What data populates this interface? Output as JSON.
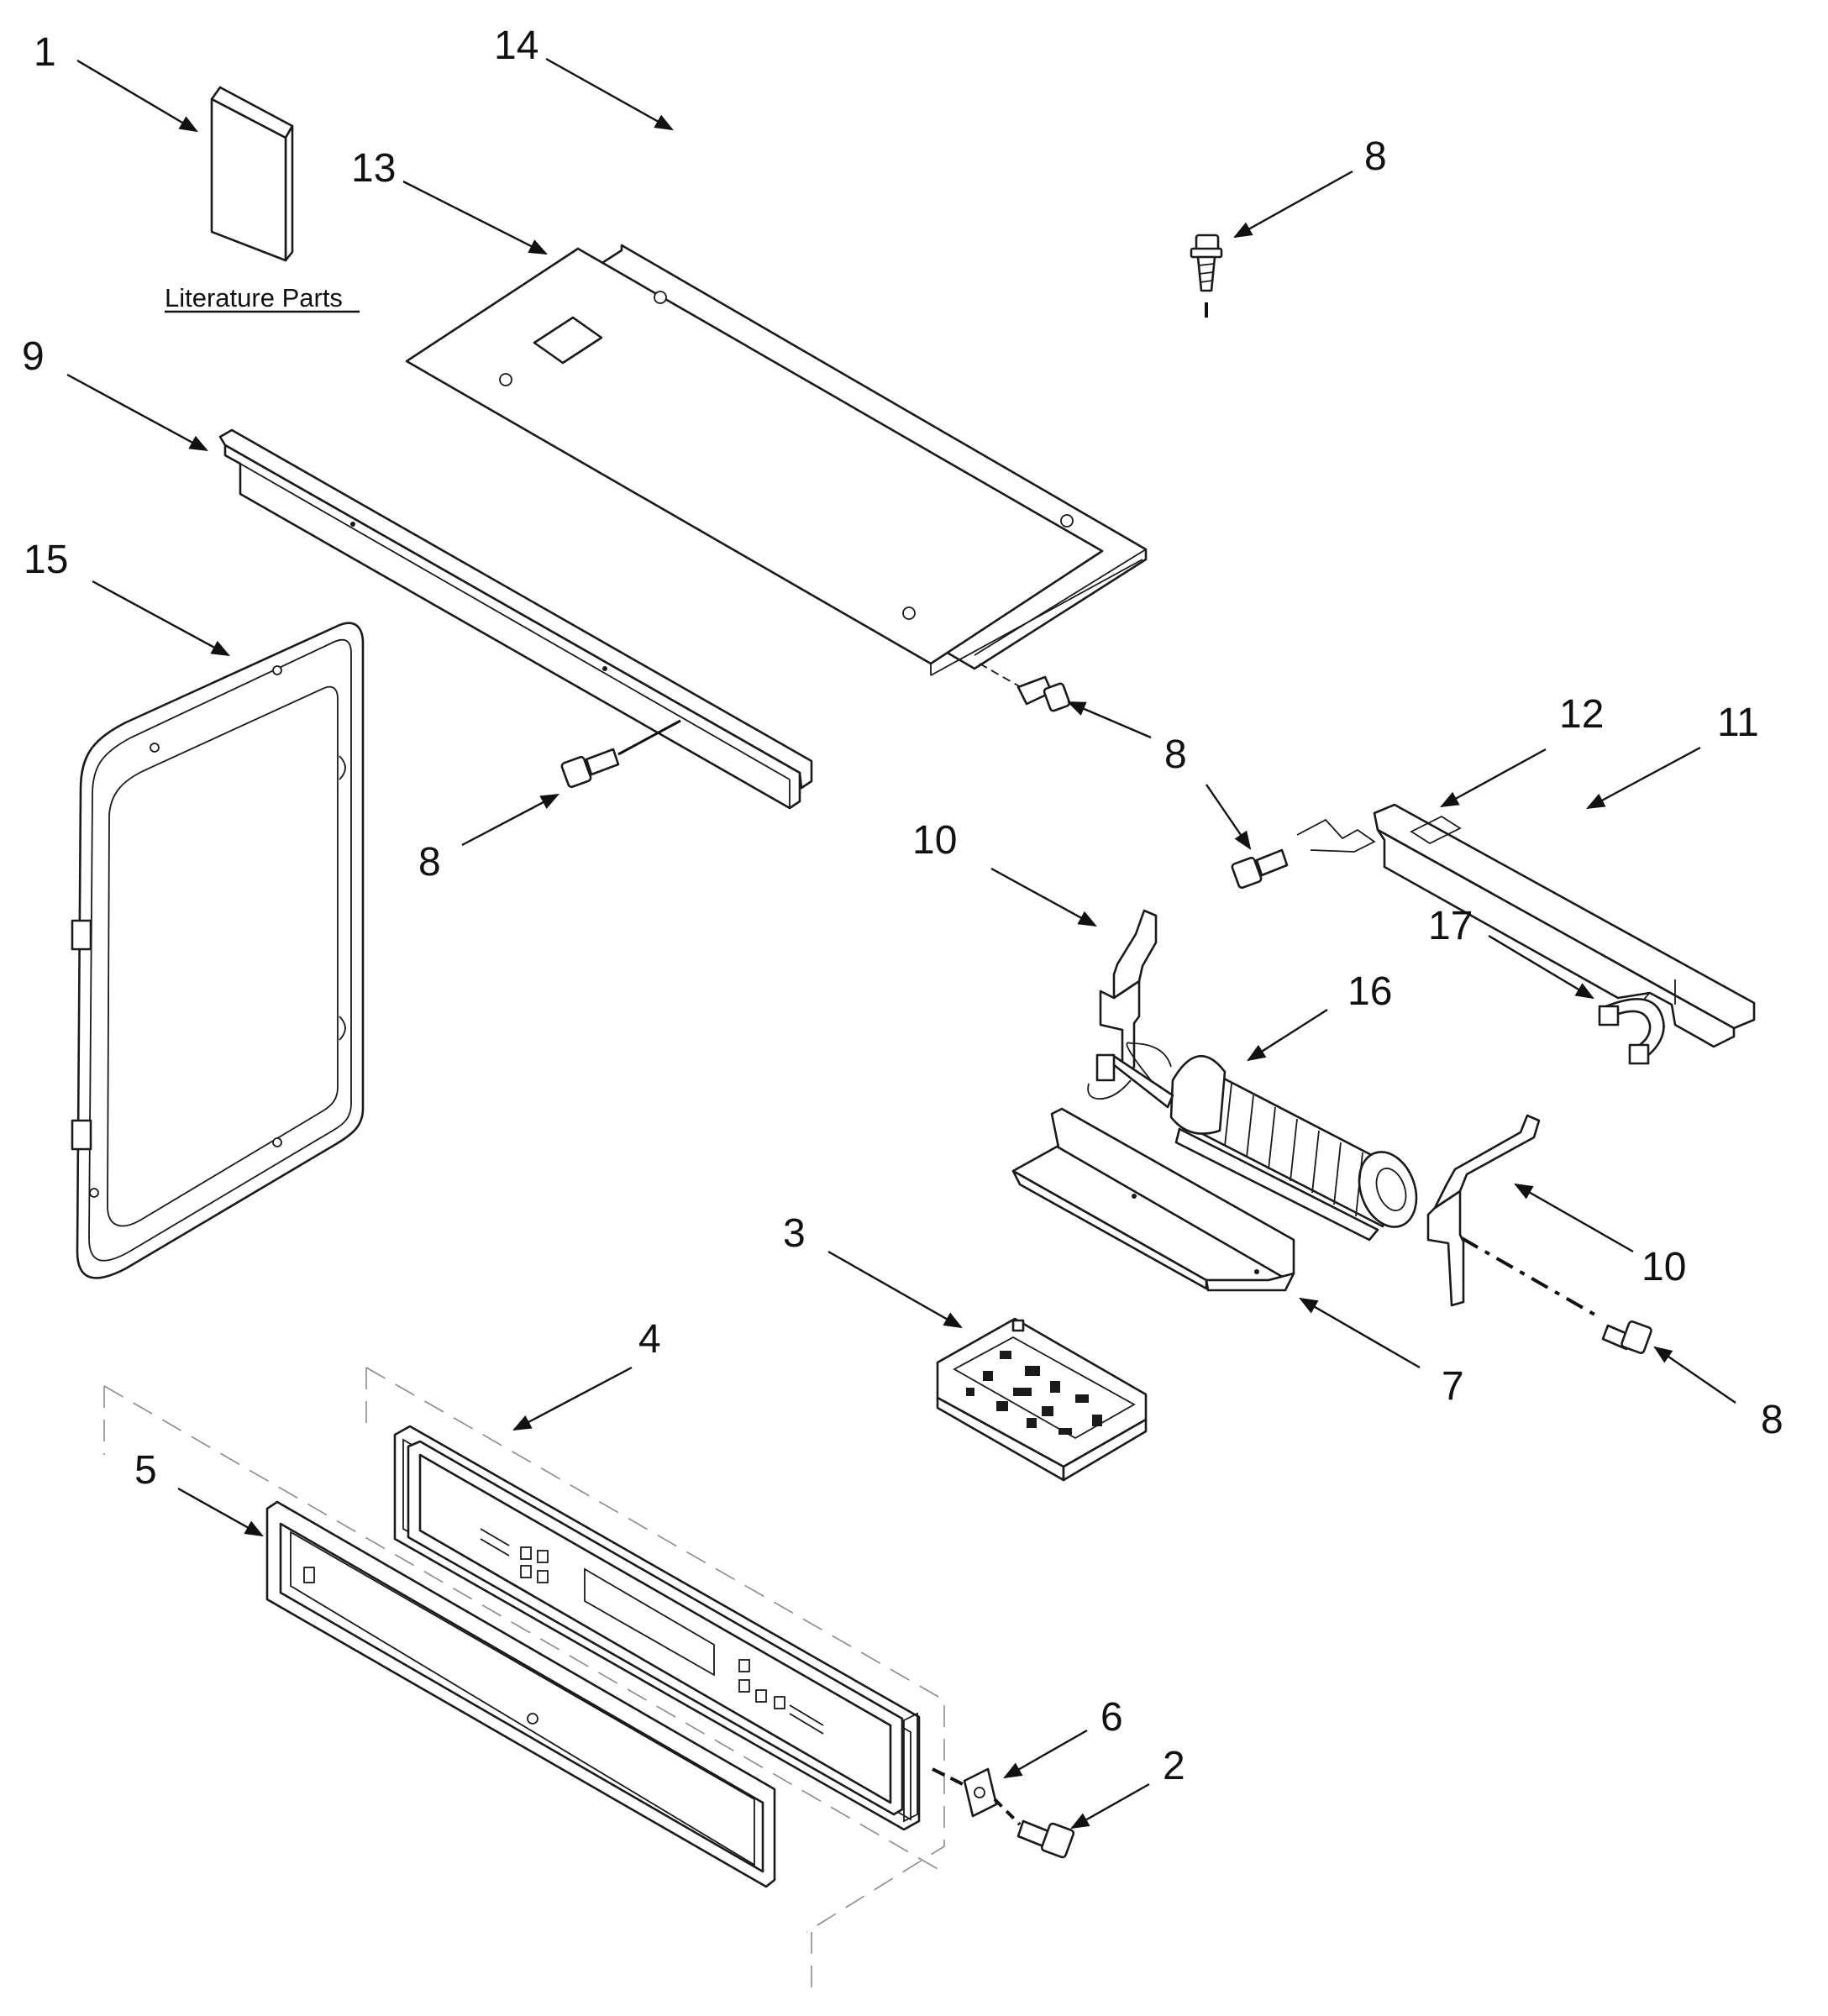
{
  "literature_label": "Literature Parts",
  "callouts": {
    "c1": "1",
    "c14": "14",
    "c13": "13",
    "c8_top": "8",
    "c9": "9",
    "c15": "15",
    "c8_mid": "8",
    "c12": "12",
    "c11": "11",
    "c8_left": "8",
    "c10_upper": "10",
    "c17": "17",
    "c16": "16",
    "c3": "3",
    "c10_lower": "10",
    "c4": "4",
    "c7": "7",
    "c8_right": "8",
    "c5": "5",
    "c6": "6",
    "c2": "2"
  },
  "colors": {
    "line": "#1a1a1a",
    "ghost": "#8a8a8a",
    "background": "#ffffff"
  }
}
